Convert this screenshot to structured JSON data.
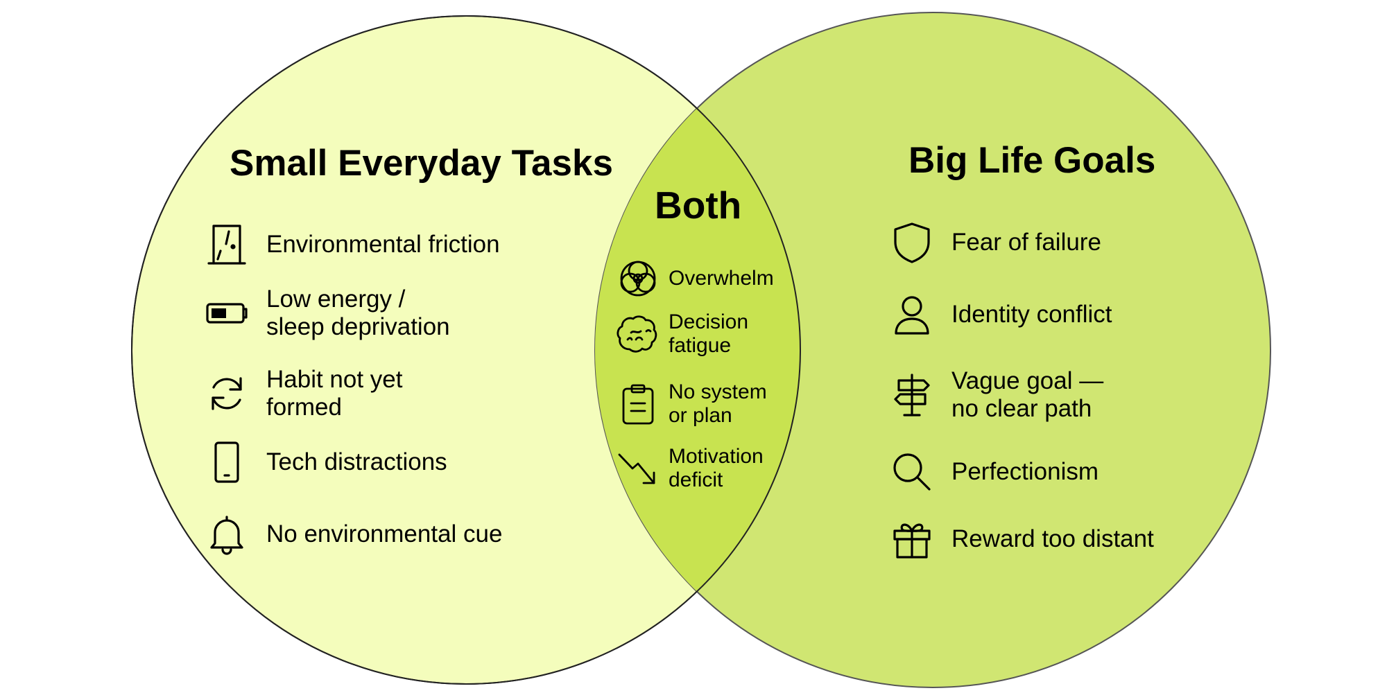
{
  "diagram": {
    "left_title": "Small Everyday Tasks",
    "right_title": "Big Life Goals",
    "center_title": "Both",
    "colors": {
      "left_fill": "#f4fdbc",
      "right_fill": "#d0e672",
      "overlap_fill": "#c8e350",
      "outline": "#222222"
    },
    "left_items": [
      {
        "label": "Environmental friction",
        "icon": "door-icon"
      },
      {
        "label": "Low energy /\nsleep deprivation",
        "icon": "low-battery-icon"
      },
      {
        "label": "Habit not yet\nformed",
        "icon": "refresh-icon"
      },
      {
        "label": "Tech distractions",
        "icon": "smartphone-icon"
      },
      {
        "label": "No environmental cue",
        "icon": "bell-icon"
      }
    ],
    "center_items": [
      {
        "label": "Overwhelm",
        "icon": "tangled-circles-icon"
      },
      {
        "label": "Decision\nfatigue",
        "icon": "brain-icon"
      },
      {
        "label": "No system\nor plan",
        "icon": "clipboard-icon"
      },
      {
        "label": "Motivation\ndeficit",
        "icon": "trending-down-icon"
      }
    ],
    "right_items": [
      {
        "label": "Fear of failure",
        "icon": "shield-icon"
      },
      {
        "label": "Identity conflict",
        "icon": "user-icon"
      },
      {
        "label": "Vague goal —\nno clear path",
        "icon": "signpost-icon"
      },
      {
        "label": "Perfectionism",
        "icon": "magnifier-icon"
      },
      {
        "label": "Reward too distant",
        "icon": "gift-icon"
      }
    ]
  }
}
